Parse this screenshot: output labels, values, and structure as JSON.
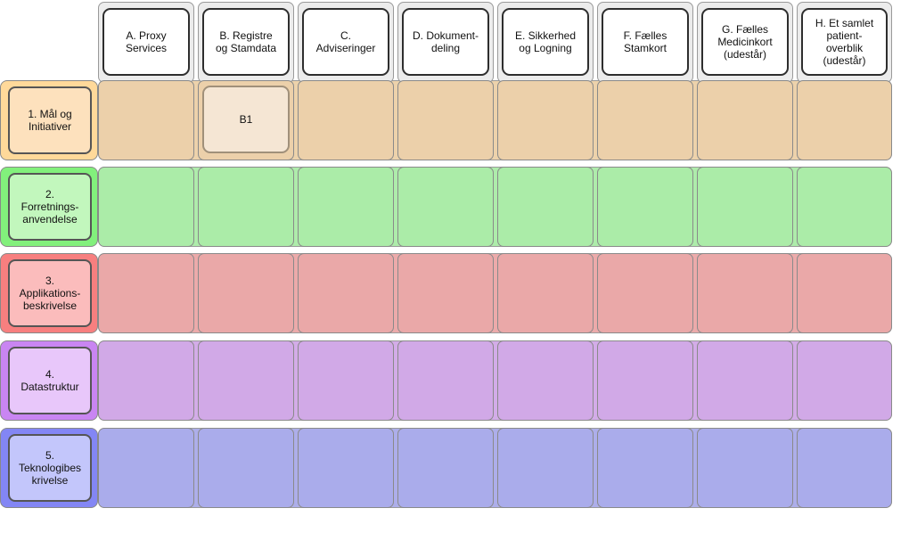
{
  "columns": [
    {
      "label": "A. Proxy\nServices"
    },
    {
      "label": "B. Registre\nog Stamdata"
    },
    {
      "label": "C.\nAdviseringer"
    },
    {
      "label": "D. Dokument-\ndeling"
    },
    {
      "label": "E. Sikkerhed\nog Logning"
    },
    {
      "label": "F. Fælles\nStamkort"
    },
    {
      "label": "G. Fælles\nMedicinkort\n(udestår)"
    },
    {
      "label": "H. Et samlet\npatient-\noverblik\n(udestår)"
    }
  ],
  "rows": [
    {
      "label": "1. Mål og\nInitiativer",
      "band_color": "#edd2ab",
      "outer_color": "#ffd99a",
      "label_color": "#fde1bd",
      "cell_color": "#ecd0aa"
    },
    {
      "label": "2.\nForretnings-\nanvendelse",
      "band_color": "#aeecab",
      "outer_color": "#82f07c",
      "label_color": "#c2f7bd",
      "cell_color": "#abeca8"
    },
    {
      "label": "3.\nApplikations-\nbeskrivelse",
      "band_color": "#ecaaaa",
      "outer_color": "#f77f7f",
      "label_color": "#fbbcbc",
      "cell_color": "#eaa8a8"
    },
    {
      "label": "4.\nDatastruktur",
      "band_color": "#d3ace8",
      "outer_color": "#c985f2",
      "label_color": "#e8c7fa",
      "cell_color": "#d1a9e7"
    },
    {
      "label": "5.\nTeknologibes\nkrivelse",
      "band_color": "#adaeea",
      "outer_color": "#8386f4",
      "label_color": "#c3c6fb",
      "cell_color": "#aaaceb"
    }
  ],
  "chips": [
    {
      "row": 0,
      "col": 1,
      "label": "B1"
    }
  ]
}
